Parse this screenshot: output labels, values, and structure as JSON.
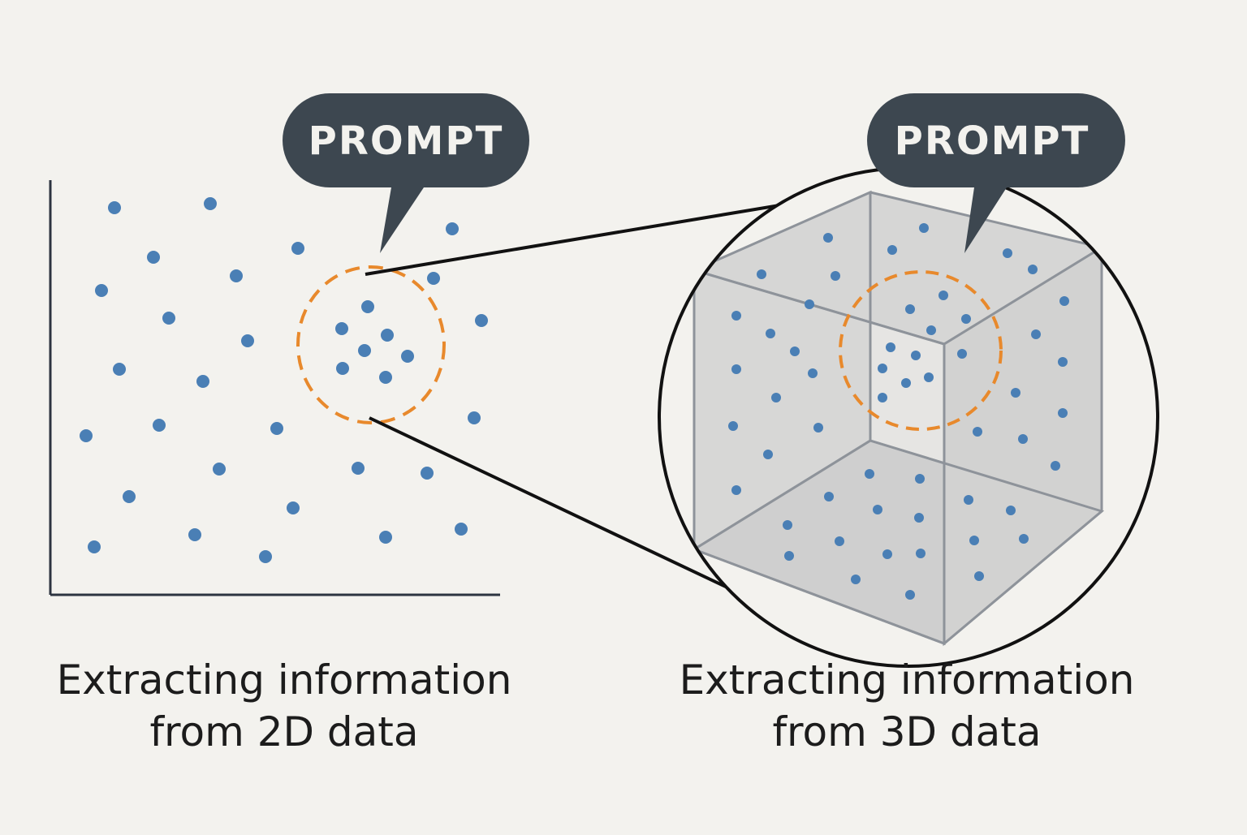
{
  "left_panel": {
    "bubble_label": "PROMPT",
    "caption_line1": "Extracting information",
    "caption_line2": "from 2D data"
  },
  "right_panel": {
    "bubble_label": "PROMPT",
    "caption_line1": "Extracting information",
    "caption_line2": "from 3D data"
  },
  "colors": {
    "background": "#f3f2ee",
    "point": "#4a7fb5",
    "highlight": "#e8892c",
    "bubble": "#3d4750",
    "bubble_text": "#f3f2ee",
    "axis": "#2c3440",
    "cube_edge": "#8e939a"
  }
}
